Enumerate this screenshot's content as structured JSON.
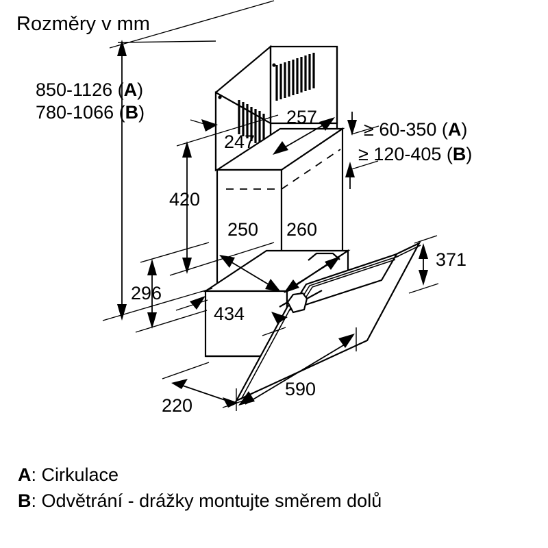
{
  "title": "Rozměry v mm",
  "dimensions": {
    "height_range_a": "850-1126 (A)",
    "height_range_b": "780-1066 (B)",
    "chimney_top_width": "257",
    "chimney_top_depth": "247",
    "clearance_a": "≥ 60-350 (A)",
    "clearance_b": "≥ 120-405 (B)",
    "chimney_height": "420",
    "chimney_lower_depth": "250",
    "chimney_lower_width": "260",
    "body_height": "296",
    "body_width": "434",
    "body_depth": "220",
    "glass_height": "371",
    "glass_width": "590"
  },
  "legend": {
    "a_key": "A",
    "a_sep": ": ",
    "a_text": "Cirkulace",
    "b_key": "B",
    "b_sep": ": ",
    "b_text": "Odvětrání - drážky montujte směrem dolů"
  },
  "colors": {
    "ink": "#000000",
    "paper": "#ffffff"
  }
}
